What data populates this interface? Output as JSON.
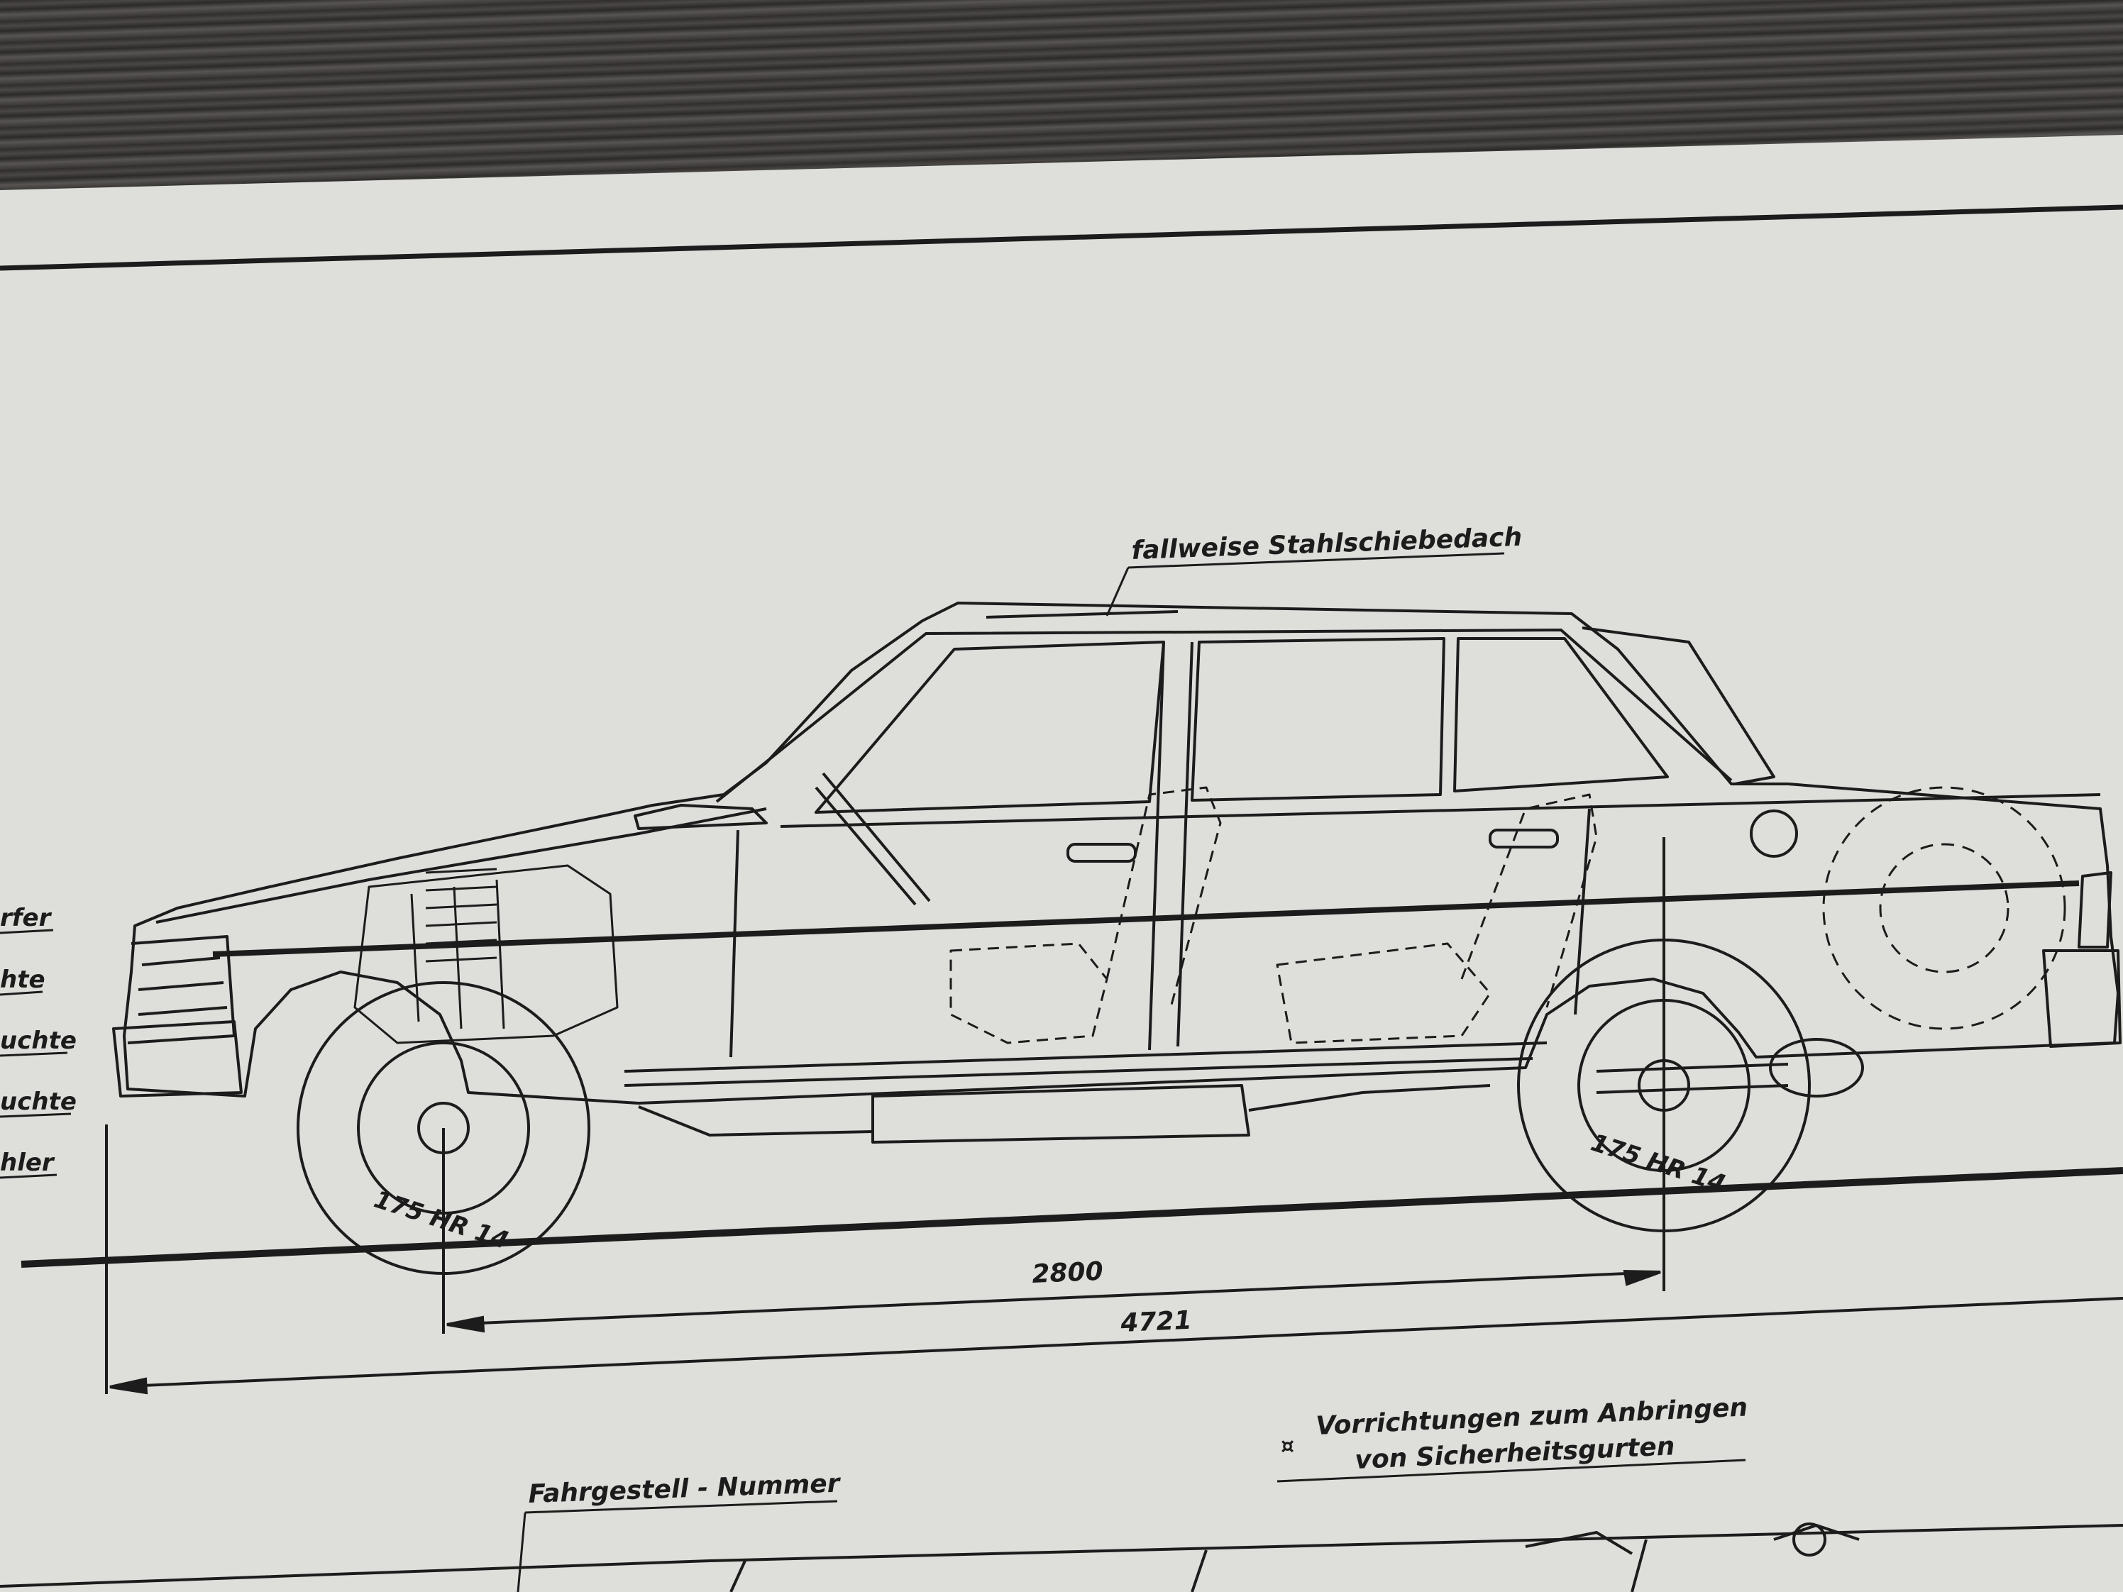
{
  "annotations": {
    "sunroof": "fallweise Stahlschiebedach",
    "wheelbase": "2800",
    "overall_length": "4721",
    "front_tyre": "175 HR 14",
    "rear_tyre": "175 HR 14",
    "seatbelt_line1": "Vorrichtungen zum Anbringen",
    "seatbelt_line2": "von Sicherheitsgurten",
    "seatbelt_marker": "¤",
    "chassis_number": "Fahrgestell - Nummer"
  },
  "left_labels": [
    "rfer",
    "hte",
    "uchte",
    "uchte",
    "hler"
  ],
  "colors": {
    "paper": "#dedfdb",
    "ink": "#1c1c1c",
    "table": "#3a3735"
  }
}
